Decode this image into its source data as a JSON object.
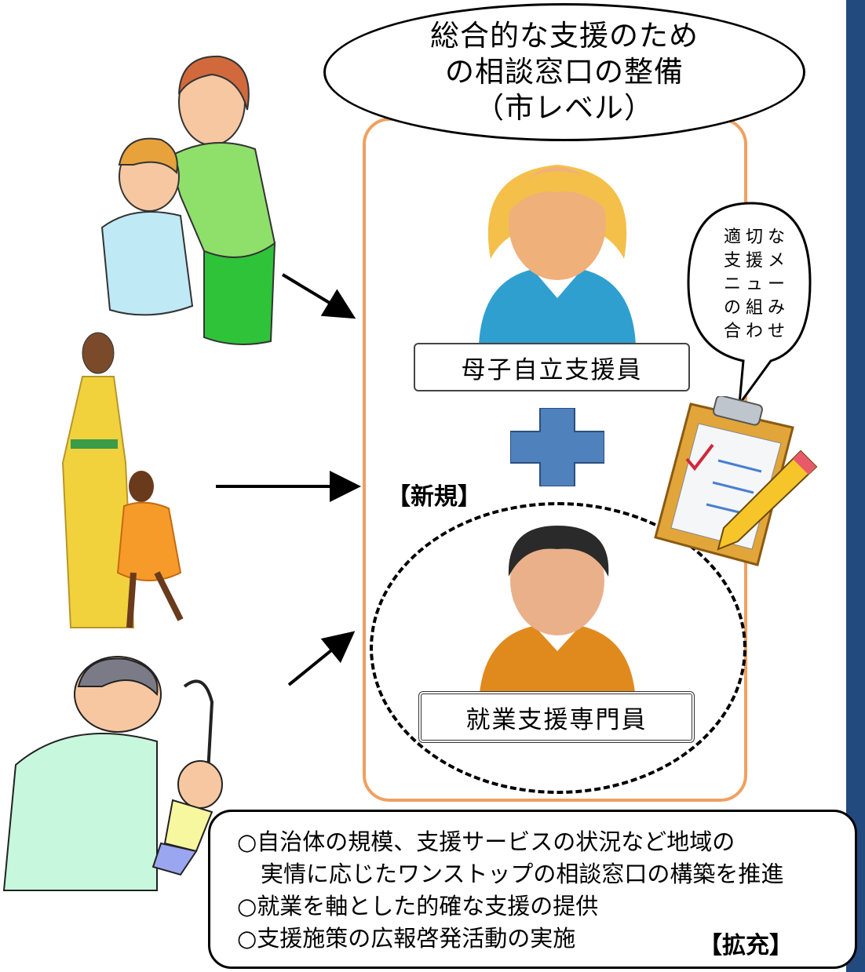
{
  "title": {
    "line1": "総合的な支援のため",
    "line2": "の相談窓口の整備",
    "line3": "（市レベル）"
  },
  "roles": {
    "support_worker": "母子自立支援員",
    "employment_specialist": "就業支援専門員"
  },
  "new_label": "【新規】",
  "callout": {
    "line1": "適切な",
    "line2": "支援メ",
    "line3": "ニュー",
    "line4": "の組み",
    "line5": "合わせ"
  },
  "summary": {
    "item1_line1": "○自治体の規模、支援サービスの状況など地域の",
    "item1_line2": "実情に応じたワンストップの相談窓口の構築を推進",
    "item2": "○就業を軸とした的確な支援の提供",
    "item3": "○支援施策の広報啓発活動の実施",
    "expand_label": "【拡充】"
  },
  "colors": {
    "accent_orange": "#f0a060",
    "plus_blue": "#4f81bd",
    "panel_blue": "#234a7e"
  }
}
